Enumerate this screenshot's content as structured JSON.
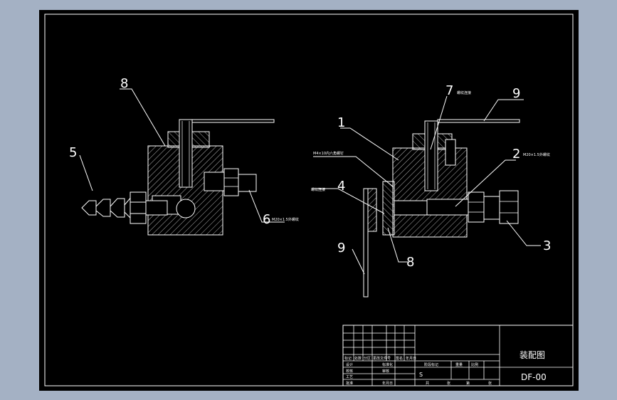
{
  "colors": {
    "background": "#a4b1c4",
    "canvas": "#000000",
    "lines": "#ffffff"
  },
  "balloons": {
    "left_8": "8",
    "left_5": "5",
    "left_6": "6",
    "right_7": "7",
    "right_9_top": "9",
    "right_1": "1",
    "right_2": "2",
    "right_4": "4",
    "right_9_bottom": "9",
    "right_8": "8",
    "right_3": "3"
  },
  "leader_notes": {
    "left_6_note": "M20×1.5外螺纹",
    "right_7_note": "螺纹连接",
    "right_2_note": "M20×1.5外螺纹",
    "right_4_note": "螺纹连接",
    "right_seal_note": "M4×10内六角螺钉"
  },
  "title_block": {
    "drawing_name": "装配图",
    "drawing_number": "DF-00",
    "row_labels": {
      "mark": "标记",
      "count": "处数",
      "zone": "分区",
      "change_doc": "更改文件号",
      "signature": "签名",
      "date": "年月日",
      "design": "设计",
      "standardize": "标准化",
      "check": "校核",
      "process": "工艺",
      "review": "审核",
      "approve": "批准",
      "stage_mark": "阶段标记",
      "weight": "重量",
      "scale": "比例",
      "sheet_total": "共",
      "sheet": "张",
      "sheet_no": "第",
      "sheet_unit": "张"
    },
    "stage_letter": "S"
  }
}
